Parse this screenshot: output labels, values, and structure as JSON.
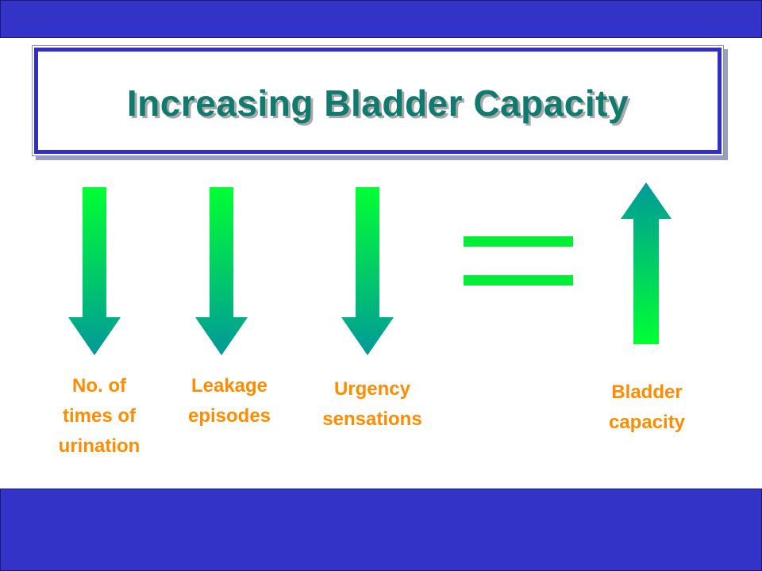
{
  "slide": {
    "title": "Increasing Bladder Capacity",
    "colors": {
      "band": "#3333c8",
      "title_text": "#0f7a6e",
      "title_border": "#3030c8",
      "label": "#ff8c00",
      "arrow_green": "#00ff33",
      "arrow_teal": "#009999",
      "equals": "#00ee33"
    }
  },
  "diagram": {
    "items": [
      {
        "label": "No. of\ntimes of\nurination",
        "direction": "down",
        "icon": "down-arrow-icon"
      },
      {
        "label": "Leakage\nepisodes",
        "direction": "down",
        "icon": "down-arrow-icon"
      },
      {
        "label": "Urgency\nsensations",
        "direction": "down",
        "icon": "down-arrow-icon"
      }
    ],
    "operator": "equals-sign-icon",
    "result": {
      "label": "Bladder\ncapacity",
      "direction": "up",
      "icon": "up-arrow-icon"
    }
  }
}
